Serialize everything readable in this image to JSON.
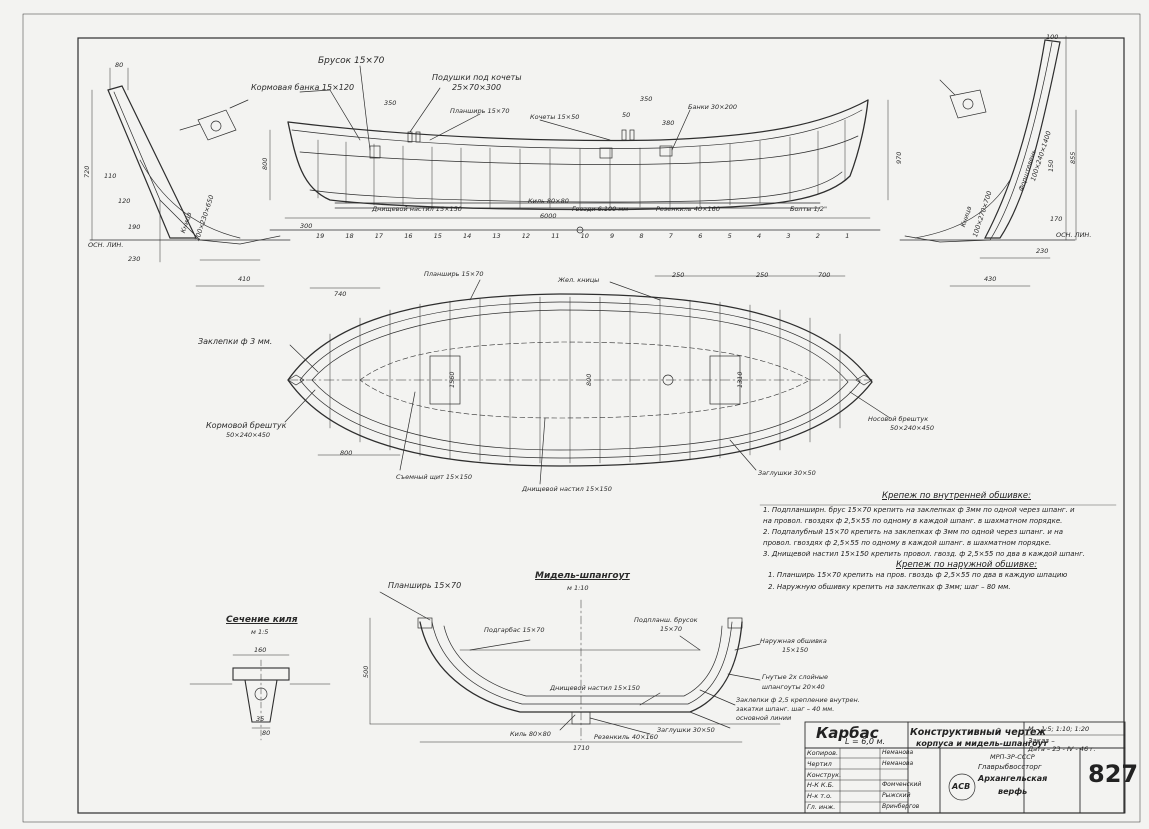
{
  "side_view": {
    "labels": {
      "brusok": "Брусок 15×70",
      "kormovaya_banka": "Кормовая банка 15×120",
      "podushki": "Подушки под кочеты",
      "podushki_size": "25×70×300",
      "planshir": "Планширь 15×70",
      "kochety": "Кочеты 15×50",
      "banki": "Банки 30×200",
      "dnishevoy": "Днищевой настил 15×150",
      "kil": "Киль 80×80",
      "gvozdi": "Гвозди 6.100 мм",
      "rezenkil": "Резенкиль 40×160",
      "bolty": "Болты 1/2\"",
      "dim_6000": "6000",
      "dim_300": "300",
      "dim_350": "350",
      "dim_800": "800",
      "dim_970": "970",
      "dim_380": "380",
      "dim_50": "50",
      "stations": [
        "19",
        "18",
        "17",
        "16",
        "15",
        "14",
        "13",
        "12",
        "11",
        "10",
        "9",
        "8",
        "7",
        "6",
        "5",
        "4",
        "3",
        "2",
        "1"
      ]
    },
    "stern": {
      "knitsa": "Кница",
      "knitsa_size": "100×230×650",
      "dims": [
        "720",
        "80",
        "110",
        "120",
        "190",
        "230",
        "410",
        "ОСН. ЛИН."
      ]
    },
    "bow": {
      "forshteven": "Форштевень",
      "forshteven_size": "100×240×1400",
      "knitsa": "Кница",
      "knitsa_size": "100×270×700",
      "dims": [
        "855",
        "150",
        "230",
        "430",
        "100",
        "170",
        "ОСН. ЛИН."
      ]
    }
  },
  "plan_view": {
    "labels": {
      "planshir": "Планширь 15×70",
      "zhelknitsy": "Жел. кницы",
      "zaklepki": "Заклепки ф 3 мм.",
      "kormovoy_breshtuk": "Кормовой брештук",
      "kormovoy_breshtuk_size": "50×240×450",
      "nosovoy_breshtuk": "Носовой брештук",
      "nosovoy_breshtuk_size": "50×240×450",
      "semnyi_shchit": "Съемный щит 15×150",
      "dnishevoy": "Днищевой настил 15×150",
      "zaglushki": "Заглушки 30×50",
      "dim_740": "740",
      "dim_800": "800",
      "dim_250a": "250",
      "dim_250b": "250",
      "dim_700": "700",
      "dim_1560": "1560",
      "dim_800w": "800",
      "dim_1310": "1310"
    }
  },
  "notes": {
    "inner_title": "Крепеж по внутренней обшивке:",
    "inner": [
      "1. Подпланширн. брус 15×70 крепить на заклепках ф 3мм по одной через шпанг. и",
      "   на провол. гвоздях ф 2,5×55 по одному в каждой шпанг. в шахматном порядке.",
      "2. Подпалубный 15×70 крепить на заклепках ф 3мм по одной через шпанг. и на",
      "   провол. гвоздях ф 2,5×55 по одному в каждой шпанг. в шахматном порядке.",
      "3. Днищевой настил 15×150 крепить провол. гвозд. ф 2,5×55 по два в каждой шпанг."
    ],
    "outer_title": "Крепеж по наружной обшивке:",
    "outer": [
      "1. Планширь 15×70 крепить на пров. гвоздь ф 2,5×55 по два в каждую шпацию",
      "2. Наружную обшивку крепить на заклепках ф 3мм; шаг – 80 мм."
    ]
  },
  "midship": {
    "title": "Мидель-шпангоут",
    "scale": "м 1:10",
    "planshir": "Планширь 15×70",
    "podgarbas": "Подгарбас 15×70",
    "podpl_brusok": "Подпланш. брусок",
    "podpl_brusok_size": "15×70",
    "naruzh": "Наружная обшивка",
    "naruzh_size": "15×150",
    "gnutye": "Гнутые 2х слойные",
    "gnutye2": "шпангоуты 20×40",
    "zaklepki1": "Заклепки ф 2,5 крепление внутрен.",
    "zaklepki2": "закатки шпанг. шаг – 40 мм.",
    "zaklepki3": "основной линии",
    "dnishevoy": "Днищевой настил 15×150",
    "kil": "Киль 80×80",
    "rezenkil": "Резенкиль 40×160",
    "zaglushki": "Заглушки 30×50",
    "dim_500": "500",
    "dim_1710": "1710"
  },
  "keel_section": {
    "title": "Сечение киля",
    "scale": "м 1:5",
    "dim_160": "160",
    "dim_35": "35",
    "dim_80": "80"
  },
  "title_block": {
    "name": "Карбас",
    "length": "L = 6,0 м.",
    "description1": "Конструктивный чертеж",
    "description2": "корпуса и мидель-шпангоут",
    "scale": "М – 1:5; 1:10; 1:20",
    "order": "Заказ –",
    "date": "Дата – 23 - IV - 46 г.",
    "ministry1": "МРП-ЗР-СССР",
    "ministry2": "Главрыбвоссторг",
    "org1": "Архангельская",
    "org2": "верфь",
    "logo": "АСВ",
    "number": "827",
    "roles": [
      "Копиров.",
      "Чертил",
      "Конструк.",
      "Н-К К.Б.",
      "Н-к т.о.",
      "Гл. инж."
    ],
    "names": [
      "Неманова",
      "Неманова",
      "",
      "Фомченский",
      "Рыжский",
      "Вринбергов"
    ]
  },
  "colors": {
    "paper": "#f3f3f1",
    "ink": "#2a2a2a"
  }
}
